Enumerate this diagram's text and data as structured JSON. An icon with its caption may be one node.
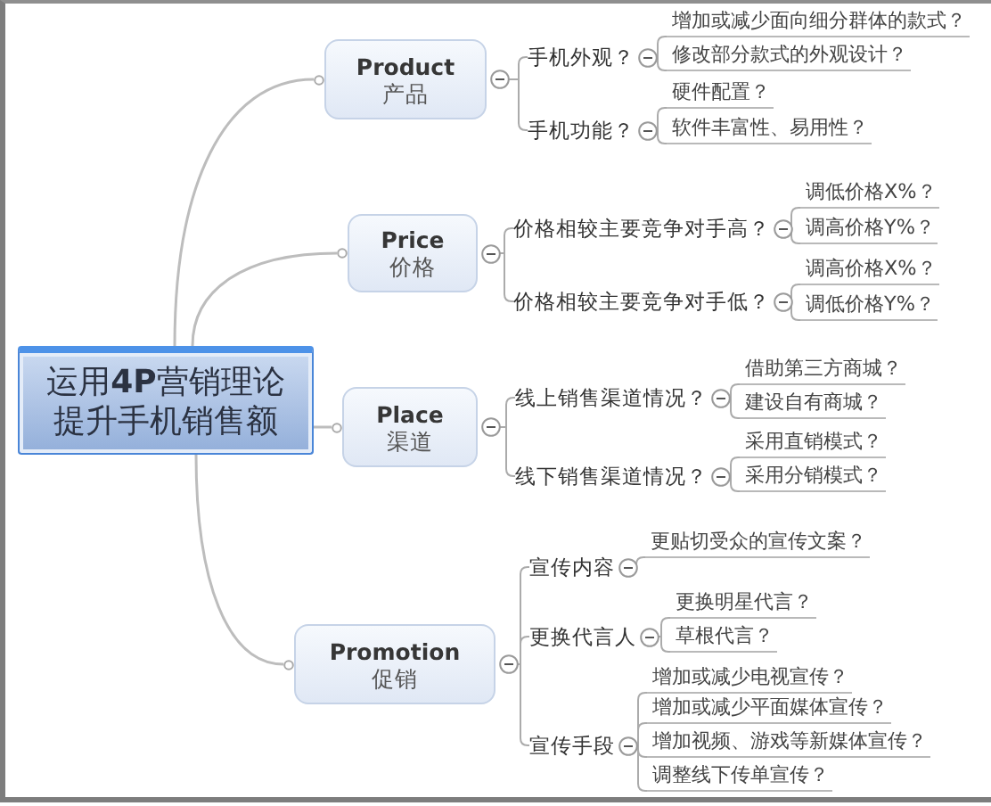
{
  "diagram": {
    "nodes": [
      {
        "text": [
          "运用**4P**营销理论提升手机销售额"
        ]
      },
      {
        "text": [
          "Product",
          "产品"
        ]
      },
      {
        "text": [
          "手机外观？"
        ]
      },
      {
        "text": [
          "增加或减少面向细分群体的款式？"
        ]
      },
      {
        "text": [
          "修改部分款式的外观设计？"
        ]
      },
      {
        "text": [
          "手机功能？"
        ]
      },
      {
        "text": [
          "硬件配置？"
        ]
      },
      {
        "text": [
          "软件丰富性、易用性？"
        ]
      },
      {
        "text": [
          "Price",
          "价格"
        ]
      },
      {
        "text": [
          "价格相较主要竞争对手高？"
        ]
      },
      {
        "text": [
          "调低价格X%？"
        ]
      },
      {
        "text": [
          "调高价格Y%？"
        ]
      },
      {
        "text": [
          "价格相较主要竞争对手低？"
        ]
      },
      {
        "text": [
          "调高价格X%？"
        ]
      },
      {
        "text": [
          "调低价格Y%？"
        ]
      },
      {
        "text": [
          "Place",
          "渠道"
        ]
      },
      {
        "text": [
          "线上销售渠道情况？"
        ]
      },
      {
        "text": [
          "借助第三方商城？"
        ]
      },
      {
        "text": [
          "建设自有商城？"
        ]
      },
      {
        "text": [
          "线下销售渠道情况？"
        ]
      },
      {
        "text": [
          "采用直销模式？"
        ]
      },
      {
        "text": [
          "采用分销模式？"
        ]
      },
      {
        "text": [
          "Promotion",
          "促销"
        ]
      },
      {
        "text": [
          "宣传内容"
        ]
      },
      {
        "text": [
          "更贴切受众的宣传文案？"
        ]
      },
      {
        "text": [
          "更换代言人"
        ]
      },
      {
        "text": [
          "更换明星代言？"
        ]
      },
      {
        "text": [
          "草根代言？"
        ]
      },
      {
        "text": [
          "宣传手段"
        ]
      },
      {
        "text": [
          "增加或减少电视宣传？"
        ]
      },
      {
        "text": [
          "增加或减少平面媒体宣传？"
        ]
      },
      {
        "text": [
          "增加视频、游戏等新媒体宣传？"
        ]
      },
      {
        "text": [
          "调整线下传单宣传？"
        ]
      }
    ],
    "edges": [
      {
        "from": 0,
        "to": 1,
        "arrow": "none"
      },
      {
        "from": 1,
        "to": 2,
        "arrow": "none"
      },
      {
        "from": 2,
        "to": 3,
        "arrow": "none"
      },
      {
        "from": 2,
        "to": 4,
        "arrow": "none"
      },
      {
        "from": 1,
        "to": 5,
        "arrow": "none"
      },
      {
        "from": 5,
        "to": 6,
        "arrow": "none"
      },
      {
        "from": 5,
        "to": 7,
        "arrow": "none"
      },
      {
        "from": 0,
        "to": 8,
        "arrow": "none"
      },
      {
        "from": 8,
        "to": 9,
        "arrow": "none"
      },
      {
        "from": 9,
        "to": 10,
        "arrow": "none"
      },
      {
        "from": 9,
        "to": 11,
        "arrow": "none"
      },
      {
        "from": 8,
        "to": 12,
        "arrow": "none"
      },
      {
        "from": 12,
        "to": 13,
        "arrow": "none"
      },
      {
        "from": 12,
        "to": 14,
        "arrow": "none"
      },
      {
        "from": 0,
        "to": 15,
        "arrow": "none"
      },
      {
        "from": 15,
        "to": 16,
        "arrow": "none"
      },
      {
        "from": 16,
        "to": 17,
        "arrow": "none"
      },
      {
        "from": 16,
        "to": 18,
        "arrow": "none"
      },
      {
        "from": 15,
        "to": 19,
        "arrow": "none"
      },
      {
        "from": 19,
        "to": 20,
        "arrow": "none"
      },
      {
        "from": 19,
        "to": 21,
        "arrow": "none"
      },
      {
        "from": 0,
        "to": 22,
        "arrow": "none"
      },
      {
        "from": 22,
        "to": 23,
        "arrow": "none"
      },
      {
        "from": 23,
        "to": 24,
        "arrow": "none"
      },
      {
        "from": 22,
        "to": 25,
        "arrow": "none"
      },
      {
        "from": 25,
        "to": 26,
        "arrow": "none"
      },
      {
        "from": 25,
        "to": 27,
        "arrow": "none"
      },
      {
        "from": 22,
        "to": 28,
        "arrow": "none"
      },
      {
        "from": 28,
        "to": 29,
        "arrow": "none"
      },
      {
        "from": 28,
        "to": 30,
        "arrow": "none"
      },
      {
        "from": 28,
        "to": 31,
        "arrow": "none"
      },
      {
        "from": 28,
        "to": 32,
        "arrow": "none"
      }
    ]
  }
}
